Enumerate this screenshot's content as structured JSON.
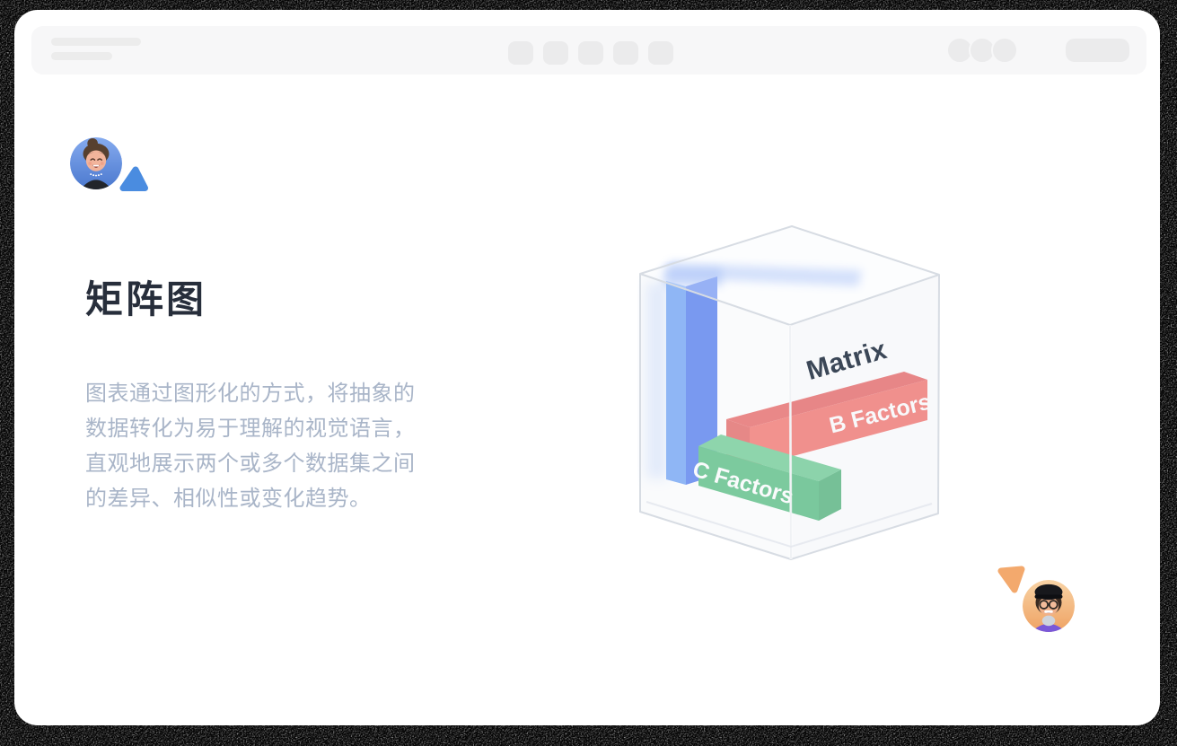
{
  "page": {
    "title": "矩阵图",
    "description_lines": [
      "图表通过图形化的方式，将抽象的",
      "数据转化为易于理解的视觉语言，",
      "直观地展示两个或多个数据集之间",
      "的差异、相似性或变化趋势。"
    ]
  },
  "illustration": {
    "cube_title": "Matrix",
    "bar_b_label": "B Factors",
    "bar_c_label": "C Factors"
  },
  "colors": {
    "title_text": "#272e3b",
    "body_text": "#a9b5c8",
    "cursor_blue": "#4a8ce0",
    "cursor_orange": "#f3a96d",
    "bar_blue_front": "#4788f3",
    "bar_blue_side": "#2157ea",
    "bar_blue_glow": "#4f82f2",
    "bar_red_top": "#e23a38",
    "bar_red_front": "#f24a43",
    "bar_red_end": "#dd3a36",
    "bar_green_top": "#45bd76",
    "bar_green_front": "#27ab5e",
    "bar_green_end": "#1f9e53",
    "cube_label": "#3b4757",
    "bar_label": "#ffffff"
  }
}
